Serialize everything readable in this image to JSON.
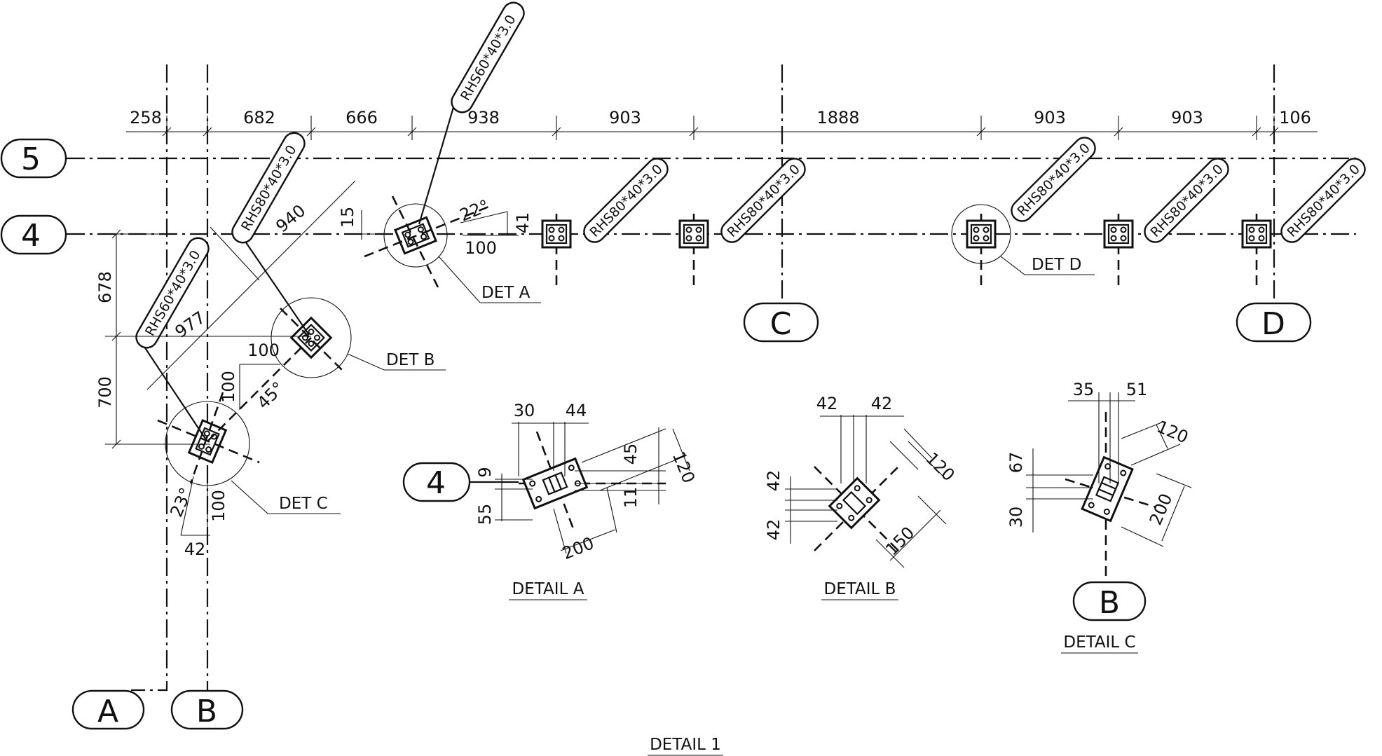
{
  "drawing_title": "DETAIL 1",
  "grid_labels": {
    "row_5": "5",
    "row_4": "4",
    "col_a": "A",
    "col_b": "B",
    "col_c": "C",
    "col_d": "D",
    "detail_a_row": "4",
    "detail_c_col": "B"
  },
  "top_dimensions": [
    "258",
    "682",
    "666",
    "938",
    "903",
    "1888",
    "903",
    "903",
    "106"
  ],
  "plan_dimensions": {
    "d_678": "678",
    "d_700": "700",
    "d_940": "940",
    "d_977": "977",
    "d_15": "15",
    "d_41": "41",
    "d_100_a": "100",
    "d_100_b": "100",
    "d_100_c": "100",
    "d_100_d": "100",
    "d_42": "42",
    "ang_22": "22°",
    "ang_45": "45°",
    "ang_23": "23°"
  },
  "members": {
    "m1": "RHS60*40*3.0",
    "m2": "RHS80*40*3.0",
    "m3": "RHS60*40*3.0",
    "m4": "RHS80*40*3.0",
    "m5": "RHS80*40*3.0",
    "m6": "RHS80*40*3.0",
    "m7": "RHS80*40*3.0",
    "m8": "RHS80*40*3.0"
  },
  "detail_callouts": {
    "det_a": "DET A",
    "det_b": "DET B",
    "det_c": "DET C",
    "det_d": "DET D"
  },
  "detail_a": {
    "title": "DETAIL A",
    "d30": "30",
    "d44": "44",
    "d9": "9",
    "d55": "55",
    "d45": "45",
    "d11": "11",
    "d120": "120",
    "d200": "200"
  },
  "detail_b": {
    "title": "DETAIL B",
    "d42a": "42",
    "d42b": "42",
    "d42c": "42",
    "d42d": "42",
    "d120": "120",
    "d150": "150"
  },
  "detail_c": {
    "title": "DETAIL C",
    "d35": "35",
    "d51": "51",
    "d67": "67",
    "d30": "30",
    "d120": "120",
    "d200": "200"
  }
}
